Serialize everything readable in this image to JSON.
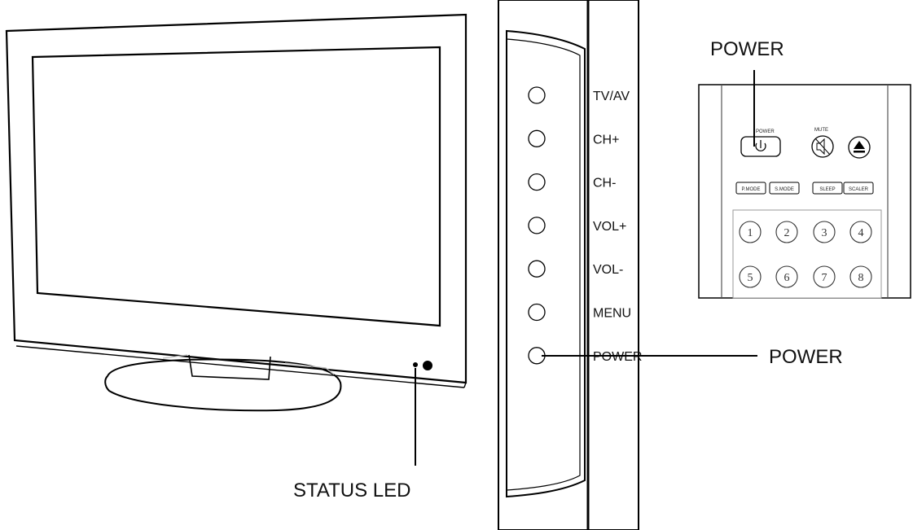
{
  "labels": {
    "status_led": "STATUS LED",
    "power_side": "POWER",
    "power_remote": "POWER"
  },
  "side_panel": {
    "buttons": [
      "TV/AV",
      "CH+",
      "CH-",
      "VOL+",
      "VOL-",
      "MENU",
      "POWER"
    ]
  },
  "remote": {
    "power_key": "POWER",
    "mute_key": "MUTE",
    "mode_keys": [
      "P.MODE",
      "S.MODE",
      "SLEEP",
      "SCALER"
    ],
    "number_keys": [
      "1",
      "2",
      "3",
      "4",
      "5",
      "6",
      "7",
      "8"
    ]
  }
}
